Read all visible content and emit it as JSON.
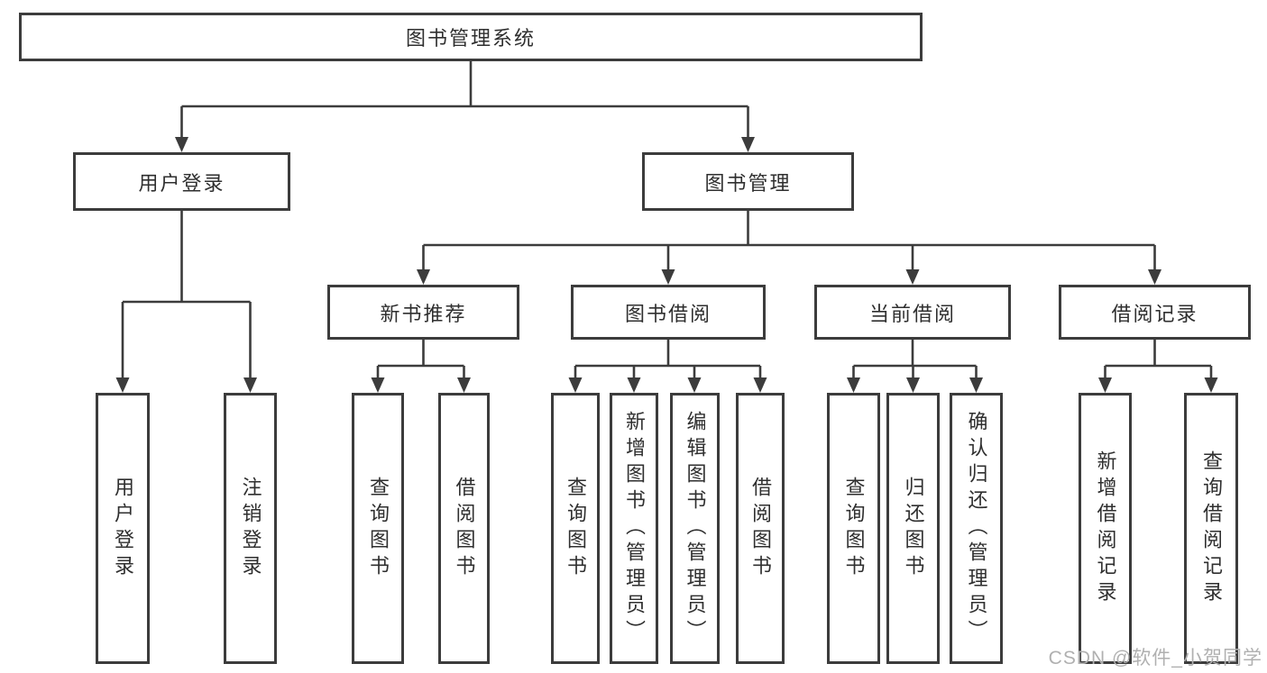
{
  "diagram": {
    "root": {
      "label": "图书管理系统"
    },
    "level2": {
      "user_login": {
        "label": "用户登录"
      },
      "book_mgmt": {
        "label": "图书管理"
      }
    },
    "level3": {
      "new_books": {
        "label": "新书推荐"
      },
      "borrow": {
        "label": "图书借阅"
      },
      "current": {
        "label": "当前借阅"
      },
      "records": {
        "label": "借阅记录"
      }
    },
    "leaves": {
      "user_login": {
        "label": "用户登录"
      },
      "logout": {
        "label": "注销登录"
      },
      "nb_query": {
        "label": "查询图书"
      },
      "nb_borrow": {
        "label": "借阅图书"
      },
      "bw_query": {
        "label": "查询图书"
      },
      "bw_add": {
        "label": "新增图书（管理员）"
      },
      "bw_edit": {
        "label": "编辑图书（管理员）"
      },
      "bw_borrow": {
        "label": "借阅图书"
      },
      "cb_query": {
        "label": "查询图书"
      },
      "cb_return": {
        "label": "归还图书"
      },
      "cb_confirm": {
        "label": "确认归还（管理员）"
      },
      "br_add": {
        "label": "新增借阅记录"
      },
      "br_query": {
        "label": "查询借阅记录"
      }
    },
    "watermark": "CSDN @软件_小贺同学",
    "colors": {
      "line": "#3c3c3c",
      "text": "#2f2f2f",
      "watermark": "#b0b0b0",
      "background": "#ffffff"
    }
  }
}
